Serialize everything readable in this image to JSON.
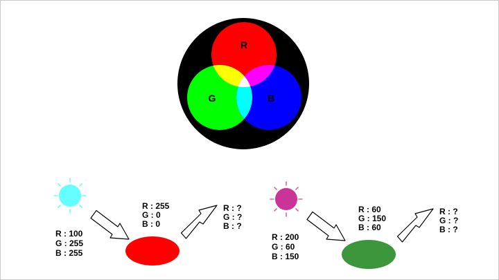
{
  "venn": {
    "labels": {
      "red": "R",
      "green": "G",
      "blue": "B"
    },
    "colors": {
      "background": "#000000",
      "red": "#ff0000",
      "green": "#00ff00",
      "blue": "#0000ff",
      "red_green": "#ffff00",
      "red_blue": "#ff00ff",
      "green_blue": "#00ffff",
      "all": "#ffffff"
    }
  },
  "examples": [
    {
      "light": {
        "color": "#66ffff",
        "rays_color": "#66ffff",
        "lines": [
          "R : 100",
          "G : 255",
          "B : 255"
        ]
      },
      "surface": {
        "color": "#ff0000",
        "lines": [
          "R : 255",
          "G : 0",
          "B : 0"
        ]
      },
      "result": {
        "lines": [
          "R : ?",
          "G : ?",
          "B : ?"
        ]
      }
    },
    {
      "light": {
        "color": "#cc3399",
        "rays_color": "#e060b0",
        "lines": [
          "R : 200",
          "G : 60",
          "B : 150"
        ]
      },
      "surface": {
        "color": "#3c963c",
        "lines": [
          "R : 60",
          "G : 150",
          "B : 60"
        ]
      },
      "result": {
        "lines": [
          "R : ?",
          "G : ?",
          "B : ?"
        ]
      }
    }
  ]
}
